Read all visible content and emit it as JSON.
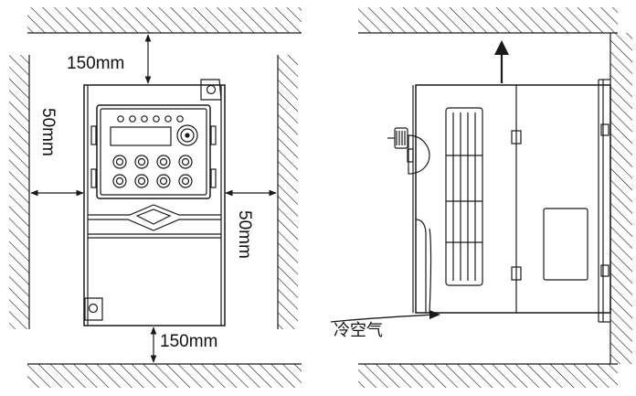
{
  "front_view": {
    "top_clearance": "150mm",
    "bottom_clearance": "150mm",
    "left_clearance": "50mm",
    "right_clearance": "50mm",
    "keypad": {
      "led_count": 6,
      "button_count": 8
    }
  },
  "side_view": {
    "airflow_label": "冷空气"
  },
  "colors": {
    "line": "#1a1a1a",
    "background": "#ffffff"
  }
}
